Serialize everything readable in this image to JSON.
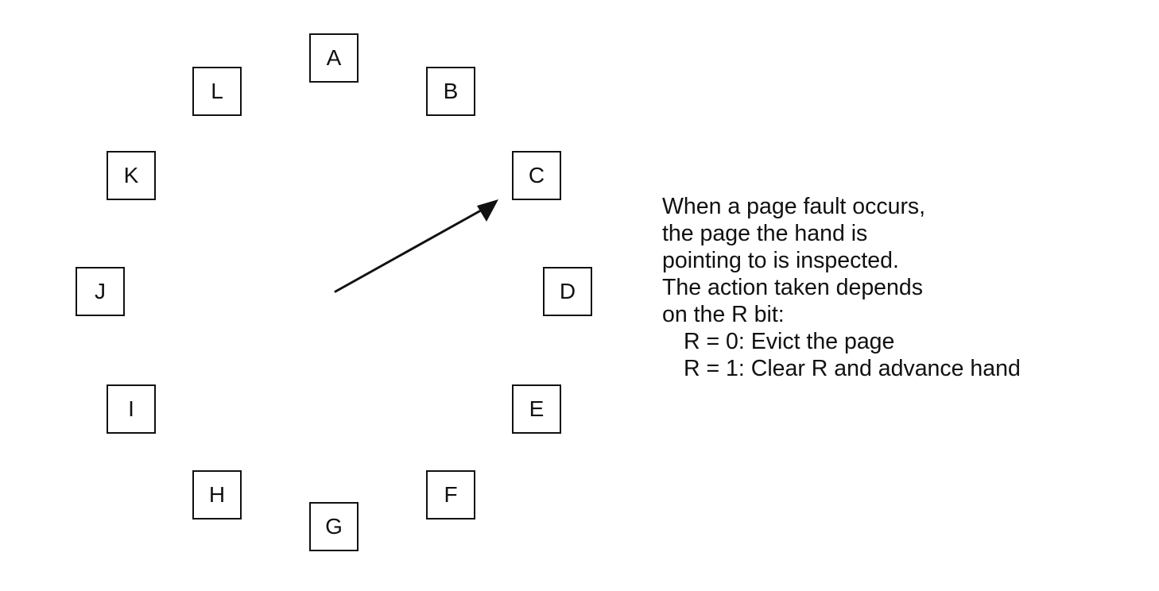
{
  "pages": [
    "A",
    "B",
    "C",
    "D",
    "E",
    "F",
    "G",
    "H",
    "I",
    "J",
    "K",
    "L"
  ],
  "hand_points_to": "C",
  "explanation": {
    "lines": [
      "When a page fault occurs,",
      "the page the hand is",
      "pointing to is inspected.",
      "The action taken depends",
      "on the R bit:"
    ],
    "rules": [
      "R = 0: Evict the page",
      "R = 1: Clear R and advance hand"
    ]
  }
}
